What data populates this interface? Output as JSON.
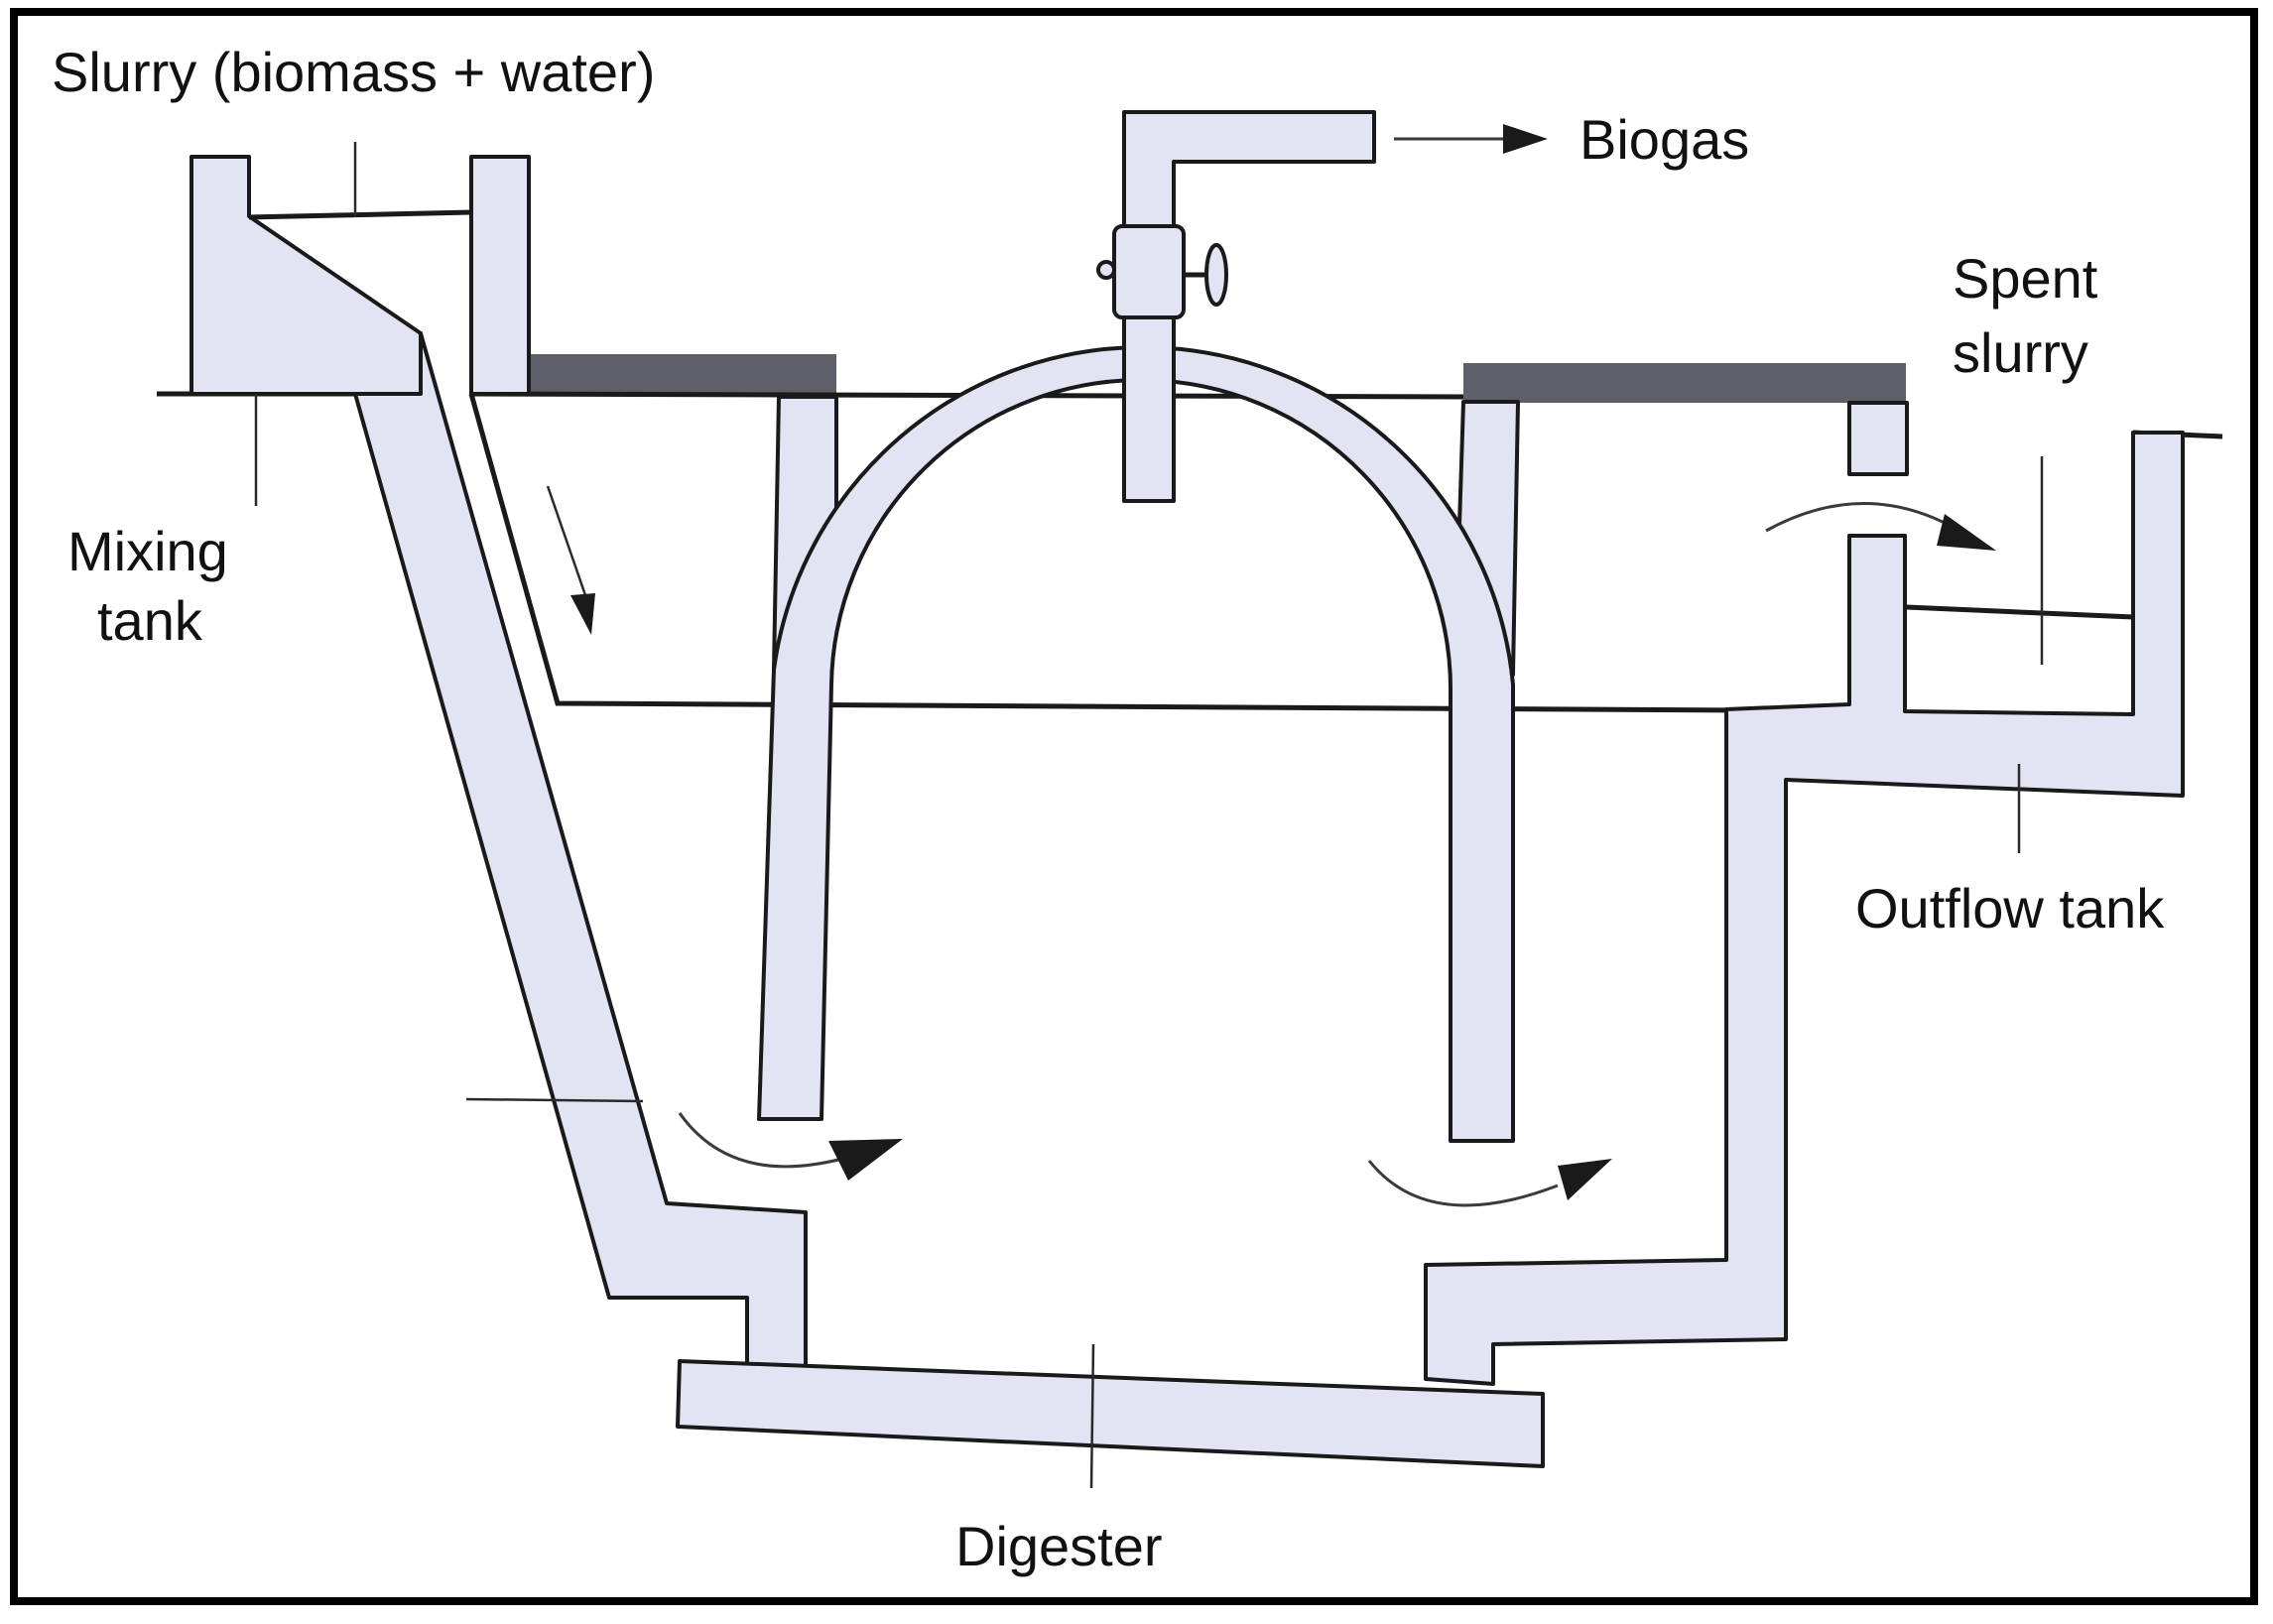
{
  "diagram": {
    "title": "Biogas plant (fixed dome type)",
    "labels": {
      "slurry": "Slurry (biomass + water)",
      "biogas": "Biogas",
      "mixing_tank_line1": "Mixing",
      "mixing_tank_line2": "tank",
      "spent_slurry_line1": "Spent",
      "spent_slurry_line2": "slurry",
      "outflow_tank": "Outflow tank",
      "digester": "Digester"
    },
    "colors": {
      "wall_fill": "#e3e4f3",
      "outline": "#1a1a1a",
      "ground": "#5e5f68",
      "background": "#ffffff"
    }
  }
}
